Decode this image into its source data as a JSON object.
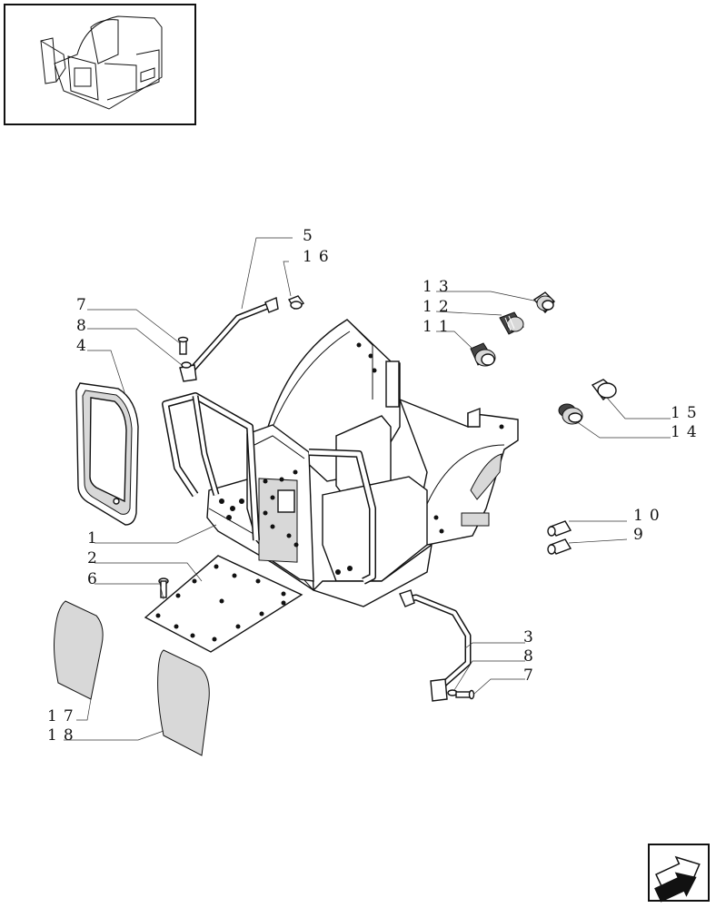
{
  "labels": {
    "l1": "1",
    "l2": "2",
    "l3": "3",
    "l4": "4",
    "l5": "5",
    "l6": "6",
    "l7a": "7",
    "l7b": "7",
    "l8a": "8",
    "l8b": "8",
    "l9": "9",
    "l10": "10",
    "l11": "11",
    "l12": "12",
    "l13": "13",
    "l14": "14",
    "l15": "15",
    "l16": "16",
    "l17": "17",
    "l18": "18"
  },
  "icons": {
    "thumbnail": "assembly-thumbnail-icon",
    "navigation": "next-page-arrow-icon"
  }
}
